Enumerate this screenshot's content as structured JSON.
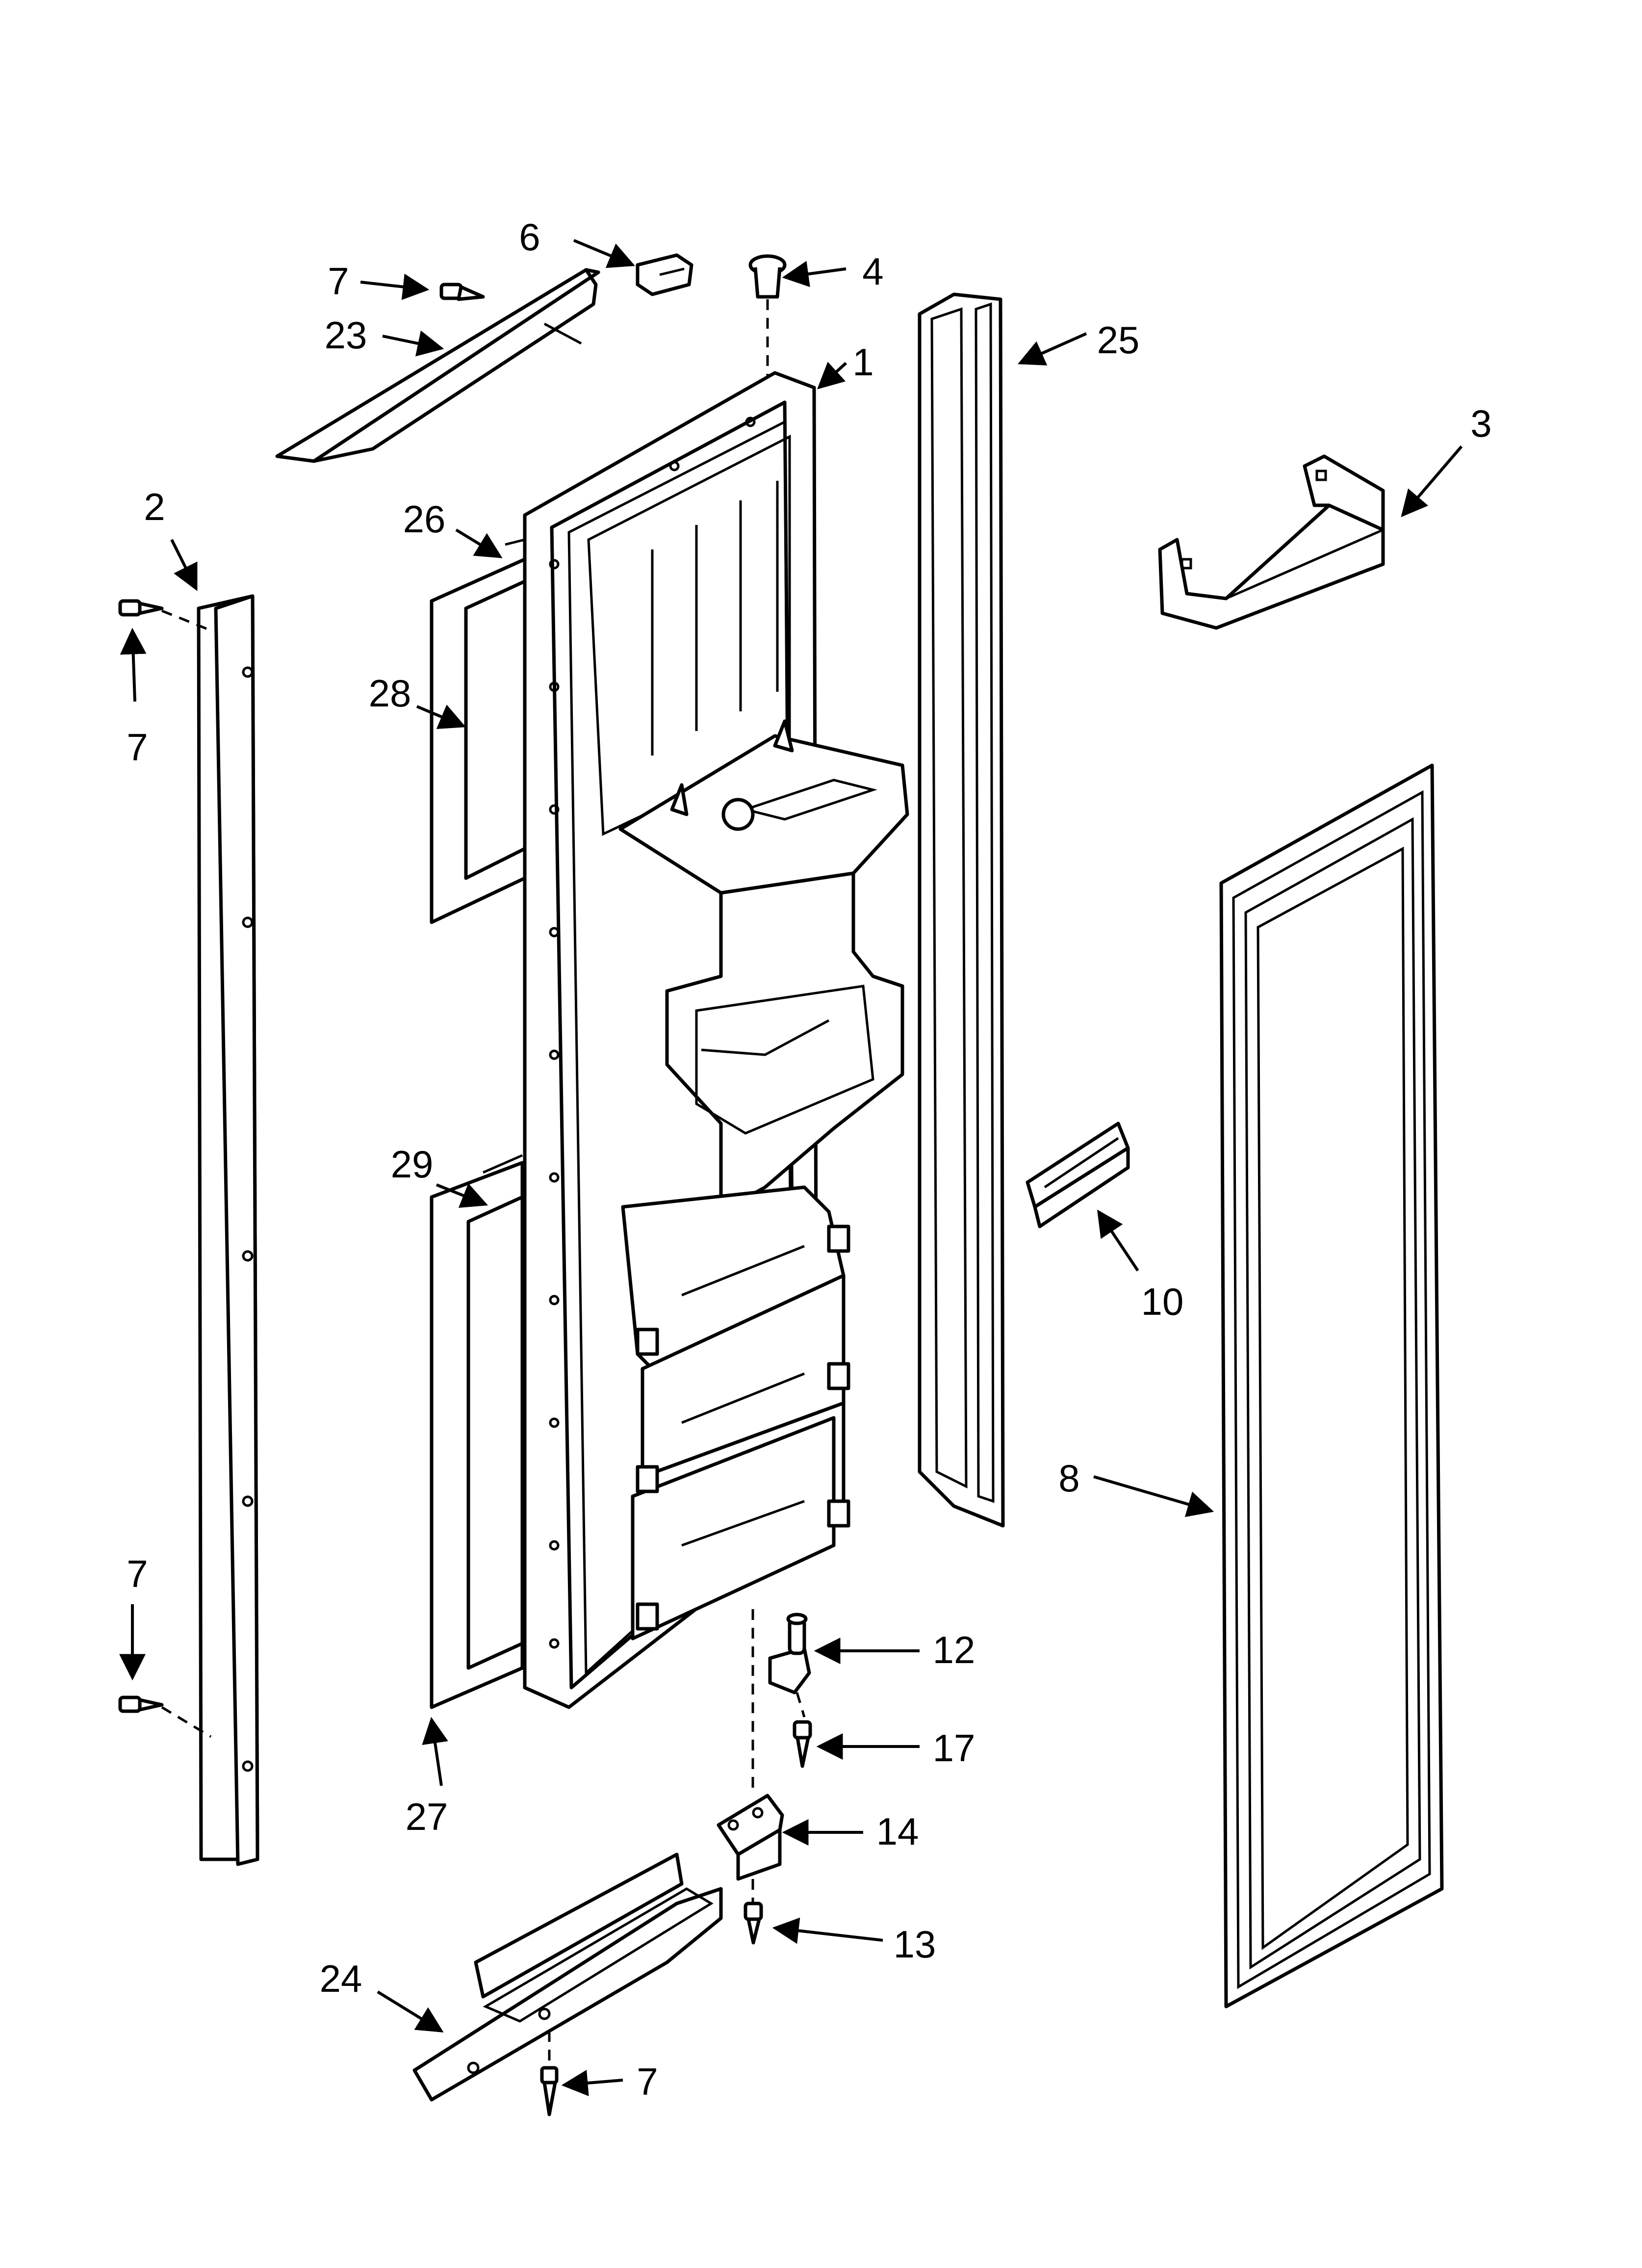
{
  "diagram": {
    "callouts": [
      {
        "id": "c1",
        "label": "1"
      },
      {
        "id": "c2",
        "label": "2"
      },
      {
        "id": "c3",
        "label": "3"
      },
      {
        "id": "c4",
        "label": "4"
      },
      {
        "id": "c6",
        "label": "6"
      },
      {
        "id": "c7a",
        "label": "7"
      },
      {
        "id": "c7b",
        "label": "7"
      },
      {
        "id": "c7c",
        "label": "7"
      },
      {
        "id": "c7d",
        "label": "7"
      },
      {
        "id": "c8",
        "label": "8"
      },
      {
        "id": "c10",
        "label": "10"
      },
      {
        "id": "c12",
        "label": "12"
      },
      {
        "id": "c13",
        "label": "13"
      },
      {
        "id": "c14",
        "label": "14"
      },
      {
        "id": "c17",
        "label": "17"
      },
      {
        "id": "c23",
        "label": "23"
      },
      {
        "id": "c24",
        "label": "24"
      },
      {
        "id": "c25",
        "label": "25"
      },
      {
        "id": "c26",
        "label": "26"
      },
      {
        "id": "c27",
        "label": "27"
      },
      {
        "id": "c28",
        "label": "28"
      },
      {
        "id": "c29",
        "label": "29"
      }
    ]
  }
}
